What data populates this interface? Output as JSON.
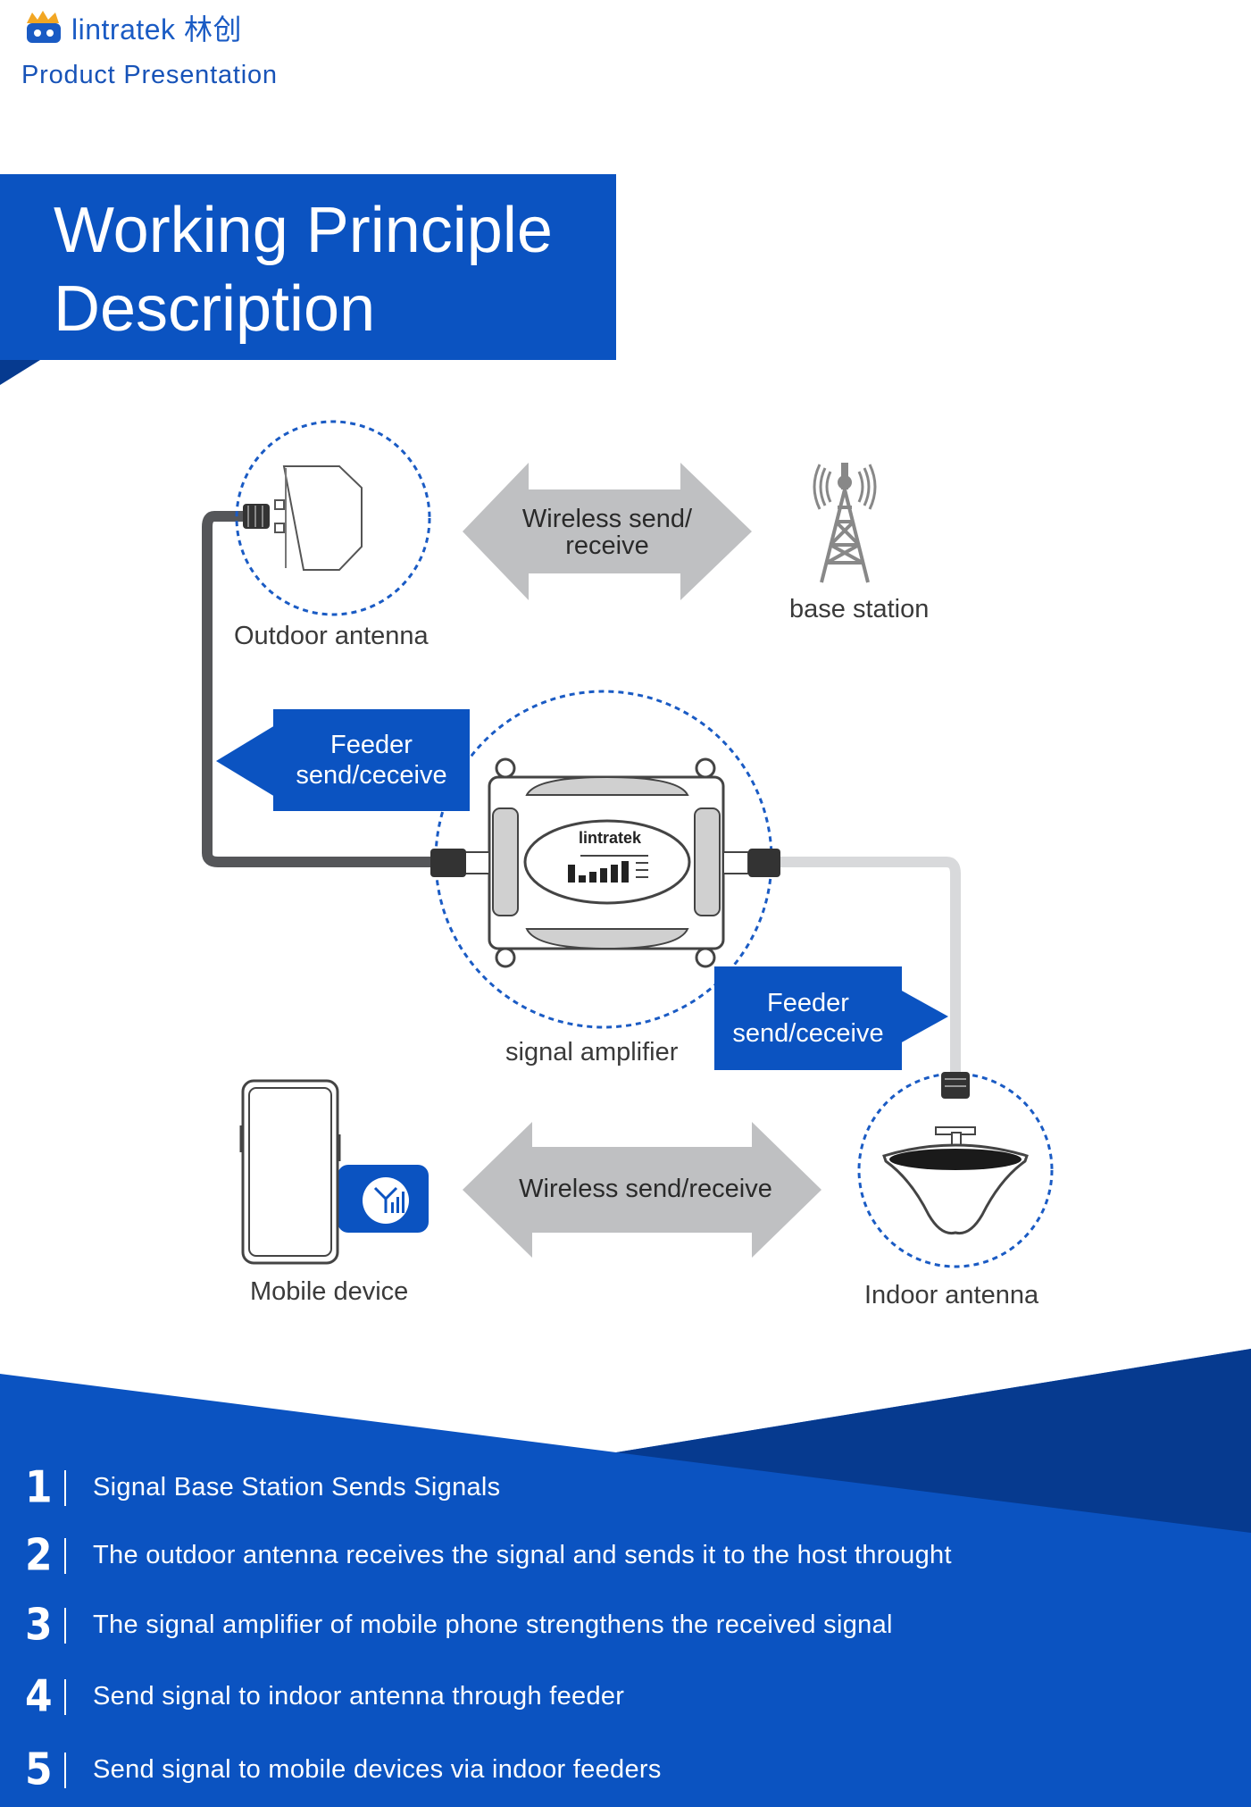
{
  "header": {
    "logo_text": "lintratek 林创",
    "subtitle": "Product Presentation"
  },
  "title": {
    "line1": "Working Principle",
    "line2": "Description"
  },
  "diagram": {
    "outdoor_antenna_label": "Outdoor antenna",
    "base_station_label": "base station",
    "wireless_top_line1": "Wireless send/",
    "wireless_top_line2": "receive",
    "feeder_left_line1": "Feeder",
    "feeder_left_line2": "send/ceceive",
    "amplifier_label": "signal amplifier",
    "amplifier_brand": "lintratek",
    "feeder_right_line1": "Feeder",
    "feeder_right_line2": "send/ceceive",
    "mobile_label": "Mobile device",
    "wireless_bottom": "Wireless send/receive",
    "indoor_antenna_label": "Indoor antenna"
  },
  "steps": [
    {
      "num": "1",
      "text": "Signal Base Station Sends Signals"
    },
    {
      "num": "2",
      "text": "The outdoor antenna receives the signal and sends it to the host throught"
    },
    {
      "num": "3",
      "text": "The signal amplifier of mobile phone strengthens the received signal"
    },
    {
      "num": "4",
      "text": "Send signal to indoor antenna through feeder"
    },
    {
      "num": "5",
      "text": "Send signal to mobile devices via indoor feeders"
    }
  ],
  "colors": {
    "brand_blue": "#0b53c1",
    "dark_blue": "#063a8f",
    "arrow_gray": "#bfc0c2",
    "cable_dark": "#555659",
    "cable_light": "#d8d9db"
  }
}
